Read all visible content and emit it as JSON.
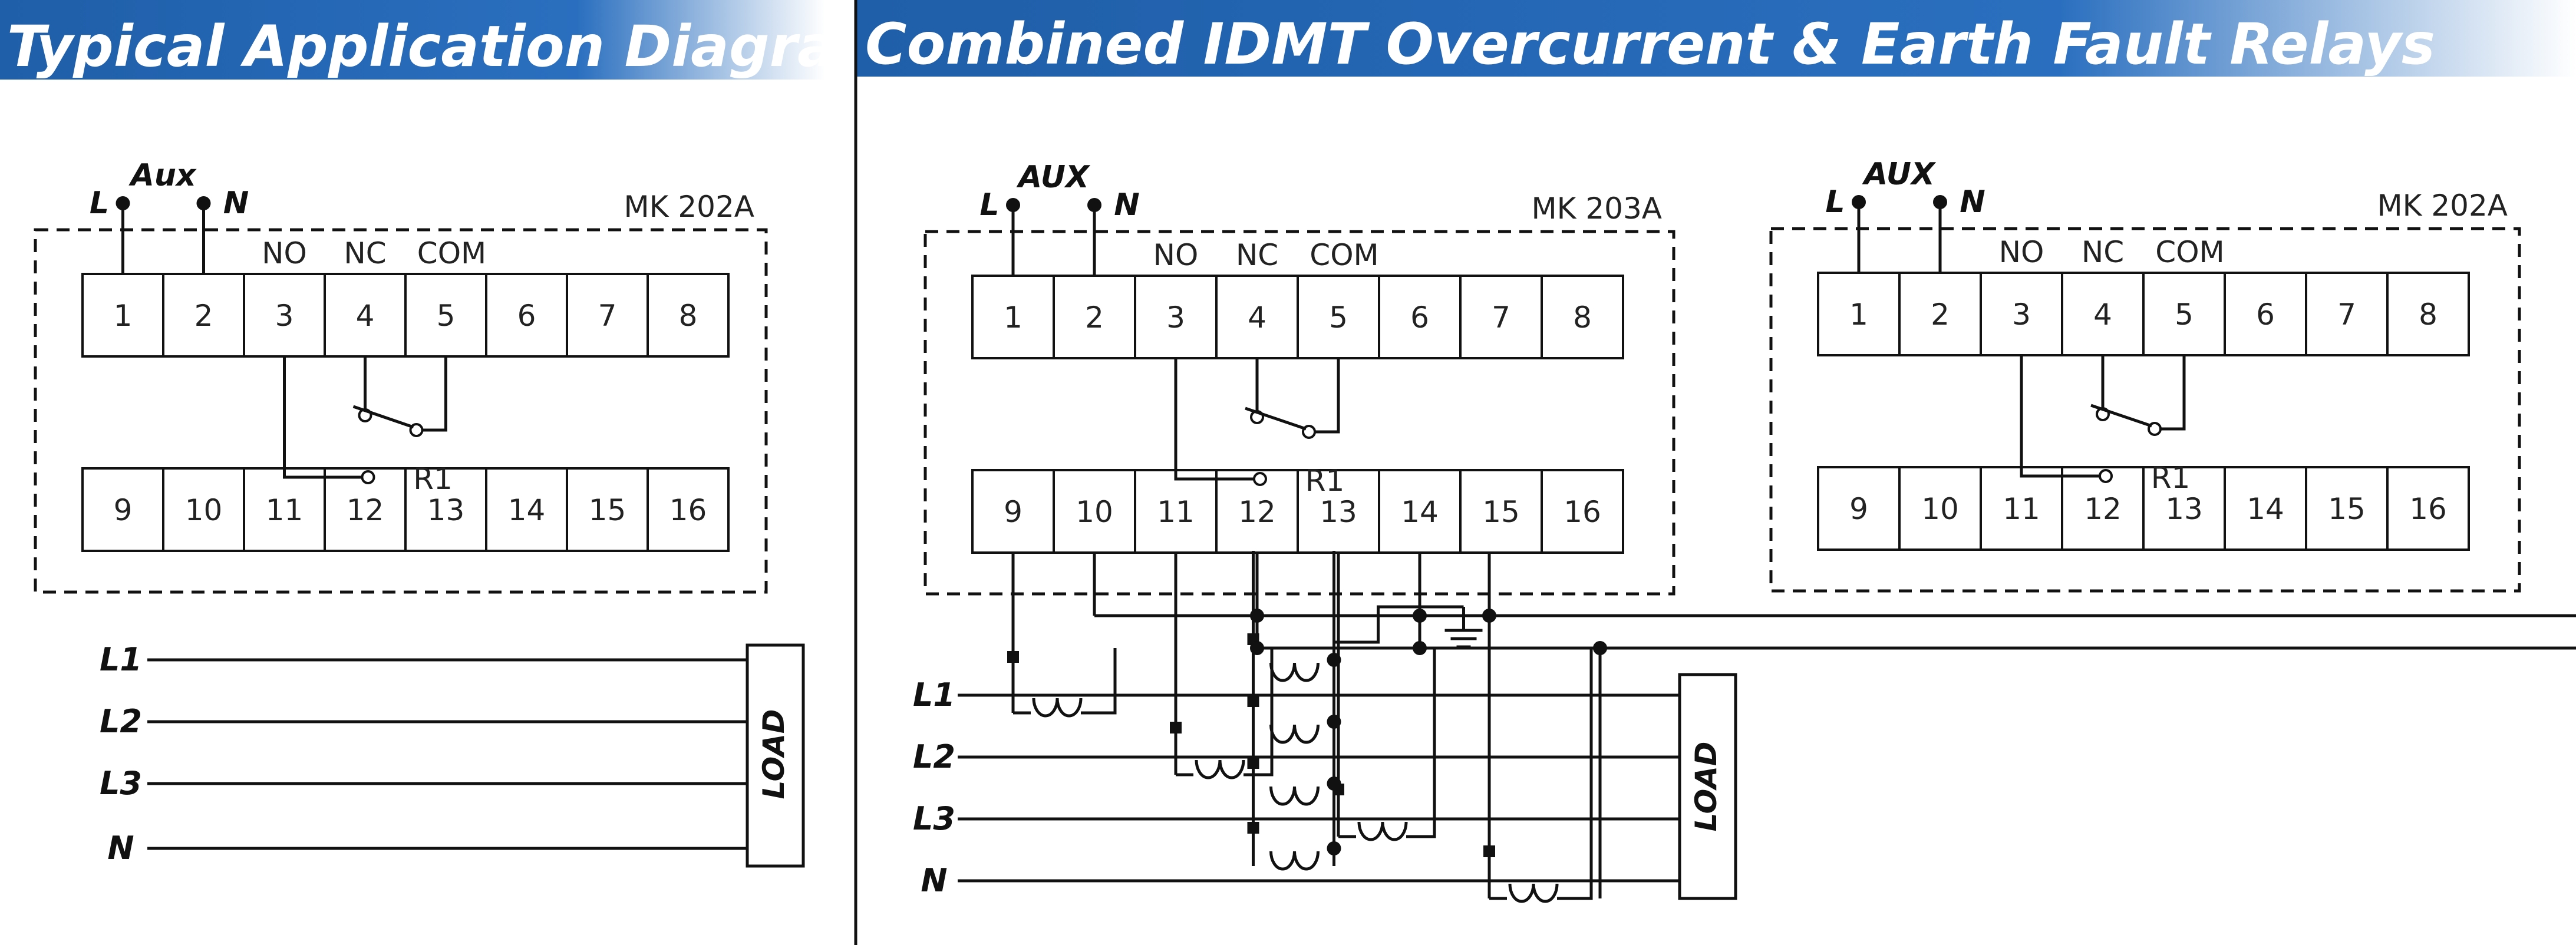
{
  "banners": {
    "left_title": "Typical Application Diagram",
    "right_title": "Combined  IDMT Overcurrent & Earth Fault Relays",
    "color": "#1f5ea8"
  },
  "panel1": {
    "model": "MK 202A",
    "aux": "Aux",
    "aux_l": "L",
    "aux_n": "N",
    "contacts": [
      "NO",
      "NC",
      "COM"
    ],
    "relay": "R1",
    "top_terminals": [
      "1",
      "2",
      "3",
      "4",
      "5",
      "6",
      "7",
      "8"
    ],
    "bottom_terminals": [
      "9",
      "10",
      "11",
      "12",
      "13",
      "14",
      "15",
      "16"
    ],
    "lines": [
      "L1",
      "L2",
      "L3",
      "N"
    ],
    "load": "LOAD"
  },
  "panel2": {
    "model": "MK 203A",
    "aux": "AUX",
    "aux_l": "L",
    "aux_n": "N",
    "contacts": [
      "NO",
      "NC",
      "COM"
    ],
    "relay": "R1",
    "top_terminals": [
      "1",
      "2",
      "3",
      "4",
      "5",
      "6",
      "7",
      "8"
    ],
    "bottom_terminals": [
      "9",
      "10",
      "11",
      "12",
      "13",
      "14",
      "15",
      "16"
    ],
    "lines": [
      "L1",
      "L2",
      "L3",
      "N"
    ],
    "load": "LOAD"
  },
  "panel3": {
    "model": "MK 202A",
    "aux": "AUX",
    "aux_l": "L",
    "aux_n": "N",
    "contacts": [
      "NO",
      "NC",
      "COM"
    ],
    "relay": "R1",
    "top_terminals": [
      "1",
      "2",
      "3",
      "4",
      "5",
      "6",
      "7",
      "8"
    ],
    "bottom_terminals": [
      "9",
      "10",
      "11",
      "12",
      "13",
      "14",
      "15",
      "16"
    ]
  },
  "icons": [
    "earth-ground-icon",
    "current-transformer-icon",
    "relay-contact-icon"
  ]
}
